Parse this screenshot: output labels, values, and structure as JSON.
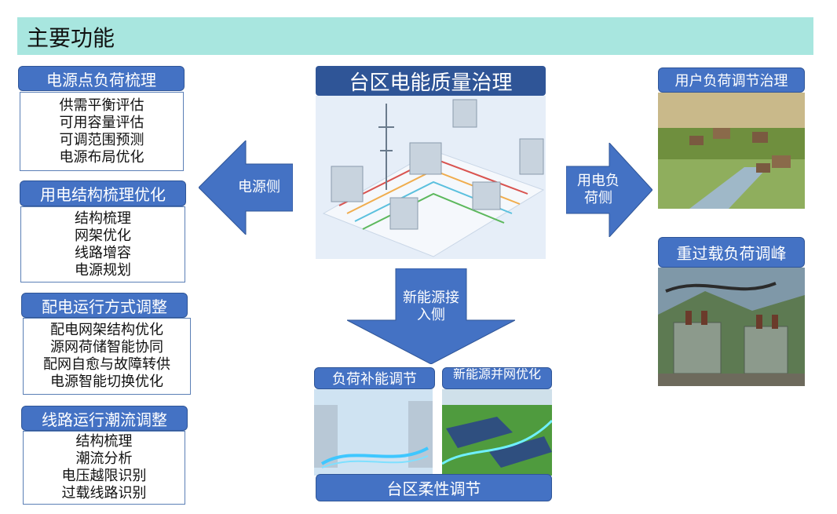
{
  "header": {
    "title": "主要功能"
  },
  "center": {
    "title": "台区电能质量治理"
  },
  "left_groups": [
    {
      "title": "电源点负荷梳理",
      "items": [
        "供需平衡评估",
        "可用容量评估",
        "可调范围预测",
        "电源布局优化"
      ]
    },
    {
      "title": "用电结构梳理优化",
      "items": [
        "结构梳理",
        "网架优化",
        "线路增容",
        "电源规划"
      ]
    },
    {
      "title": "配电运行方式调整",
      "items": [
        "配电网架结构优化",
        "源网荷储智能协同",
        "配网自愈与故障转供",
        "电源智能切换优化"
      ]
    },
    {
      "title": "线路运行潮流调整",
      "items": [
        "结构梳理",
        "潮流分析",
        "电压越限识别",
        "过载线路识别"
      ]
    }
  ],
  "arrows": {
    "left": "电源侧",
    "right": "用电负荷侧",
    "down": "新能源接入侧"
  },
  "right": {
    "top_title": "用户负荷调节治理",
    "bottom_title": "重过载负荷调峰"
  },
  "bottom": {
    "left_title": "负荷补能调节",
    "right_title": "新能源并网优化",
    "main_title": "台区柔性调节"
  },
  "colors": {
    "accent": "#4472c4",
    "dark": "#2f5597",
    "header": "#a8e6df"
  }
}
